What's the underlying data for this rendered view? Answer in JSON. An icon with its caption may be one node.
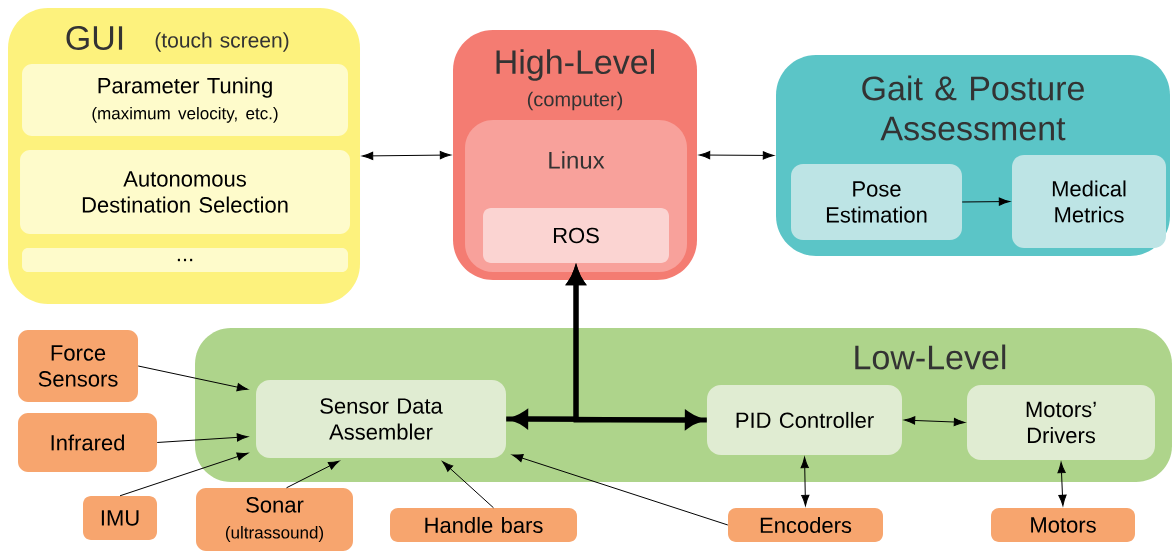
{
  "diagram": {
    "nodes": [
      {
        "text": [
          "GUI",
          "(touch screen)"
        ]
      },
      {
        "text": [
          "Parameter Tuning",
          "(maximum velocity, etc.)"
        ],
        "in": 0
      },
      {
        "text": [
          "Autonomous Destination Selection"
        ],
        "in": 0
      },
      {
        "text": [
          "..."
        ],
        "in": 0
      },
      {
        "text": [
          "High-Level",
          "(computer)"
        ]
      },
      {
        "text": [
          "Linux"
        ],
        "in": 4
      },
      {
        "text": [
          "ROS"
        ],
        "in": 5
      },
      {
        "text": [
          "Gait & Posture Assessment"
        ]
      },
      {
        "text": [
          "Pose Estimation"
        ],
        "in": 7
      },
      {
        "text": [
          "Medical Metrics"
        ],
        "in": 7
      },
      {
        "text": [
          "Low-Level"
        ]
      },
      {
        "text": [
          "Sensor Data Assembler"
        ],
        "in": 10
      },
      {
        "text": [
          "PID Controller"
        ],
        "in": 10
      },
      {
        "text": [
          "Motors’ Drivers"
        ],
        "in": 10
      },
      {
        "text": [
          "Force Sensors"
        ]
      },
      {
        "text": [
          "Infrared"
        ]
      },
      {
        "text": [
          "IMU"
        ]
      },
      {
        "text": [
          "Sonar",
          "(ultrassound)"
        ]
      },
      {
        "text": [
          "Handle bars"
        ]
      },
      {
        "text": [
          "Encoders"
        ]
      },
      {
        "text": [
          "Motors"
        ]
      }
    ],
    "edges": [
      {
        "from": 0,
        "to": 4,
        "arrow": "both"
      },
      {
        "from": 4,
        "to": 7,
        "arrow": "both"
      },
      {
        "from": 8,
        "to": 9,
        "arrow": "to"
      },
      {
        "from": 11,
        "to": 12,
        "arrow": "both",
        "style": "thick"
      },
      {
        "from": 11,
        "to": 6,
        "arrow": "to",
        "style": "thick"
      },
      {
        "from": 12,
        "to": 6,
        "arrow": "to",
        "style": "thick"
      },
      {
        "from": 14,
        "to": 11,
        "arrow": "to"
      },
      {
        "from": 15,
        "to": 11,
        "arrow": "to"
      },
      {
        "from": 16,
        "to": 11,
        "arrow": "to"
      },
      {
        "from": 17,
        "to": 11,
        "arrow": "to"
      },
      {
        "from": 18,
        "to": 11,
        "arrow": "to"
      },
      {
        "from": 19,
        "to": 11,
        "arrow": "to"
      },
      {
        "from": 12,
        "to": 13,
        "arrow": "both"
      },
      {
        "from": 12,
        "to": 19,
        "arrow": "both"
      },
      {
        "from": 13,
        "to": 20,
        "arrow": "both"
      }
    ]
  }
}
